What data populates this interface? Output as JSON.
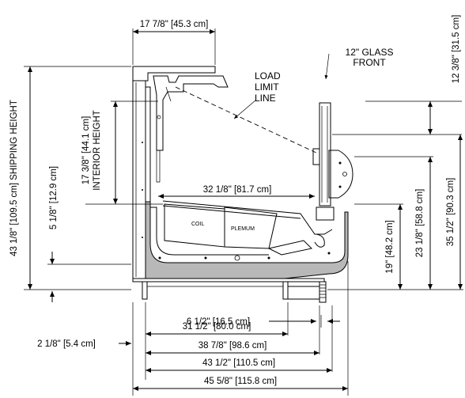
{
  "dimensions": {
    "top_width": "17 7/8\" [45.3 cm]",
    "shipping_height": "43 1/8\" [109.5 cm]  SHIPPING HEIGHT",
    "interior_height": "17 3/8\" [44.1 cm]\nINTERIOR HEIGHT",
    "interior_height_l1": "17 3/8\" [44.1 cm]",
    "interior_height_l2": "INTERIOR HEIGHT",
    "base_height": "5 1/8\" [12.9 cm]",
    "interior_depth": "32 1/8\" [81.7 cm]",
    "glass_height": "12 3/8\" [31.5 cm]",
    "front_height_1": "19\" [48.2 cm]",
    "front_height_2": "23 1/8\" [58.8 cm]",
    "front_height_3": "35 1/2\" [90.3 cm]",
    "front_offset": "6 1/2\" [16.5 cm]",
    "width_1": "31 1/2\" [80.0 cm]",
    "width_2": "38 7/8\" [98.6 cm]",
    "rear_offset": "2 1/8\" [5.4 cm]",
    "width_3": "43 1/2\" [110.5 cm]",
    "width_4": "45 5/8\" [115.8 cm]"
  },
  "labels": {
    "glass_front_l1": "12\" GLASS",
    "glass_front_l2": "FRONT",
    "load_limit_l1": "LOAD",
    "load_limit_l2": "LIMIT",
    "load_limit_l3": "LINE",
    "coil": "COIL",
    "plenum": "PLEMUM"
  }
}
